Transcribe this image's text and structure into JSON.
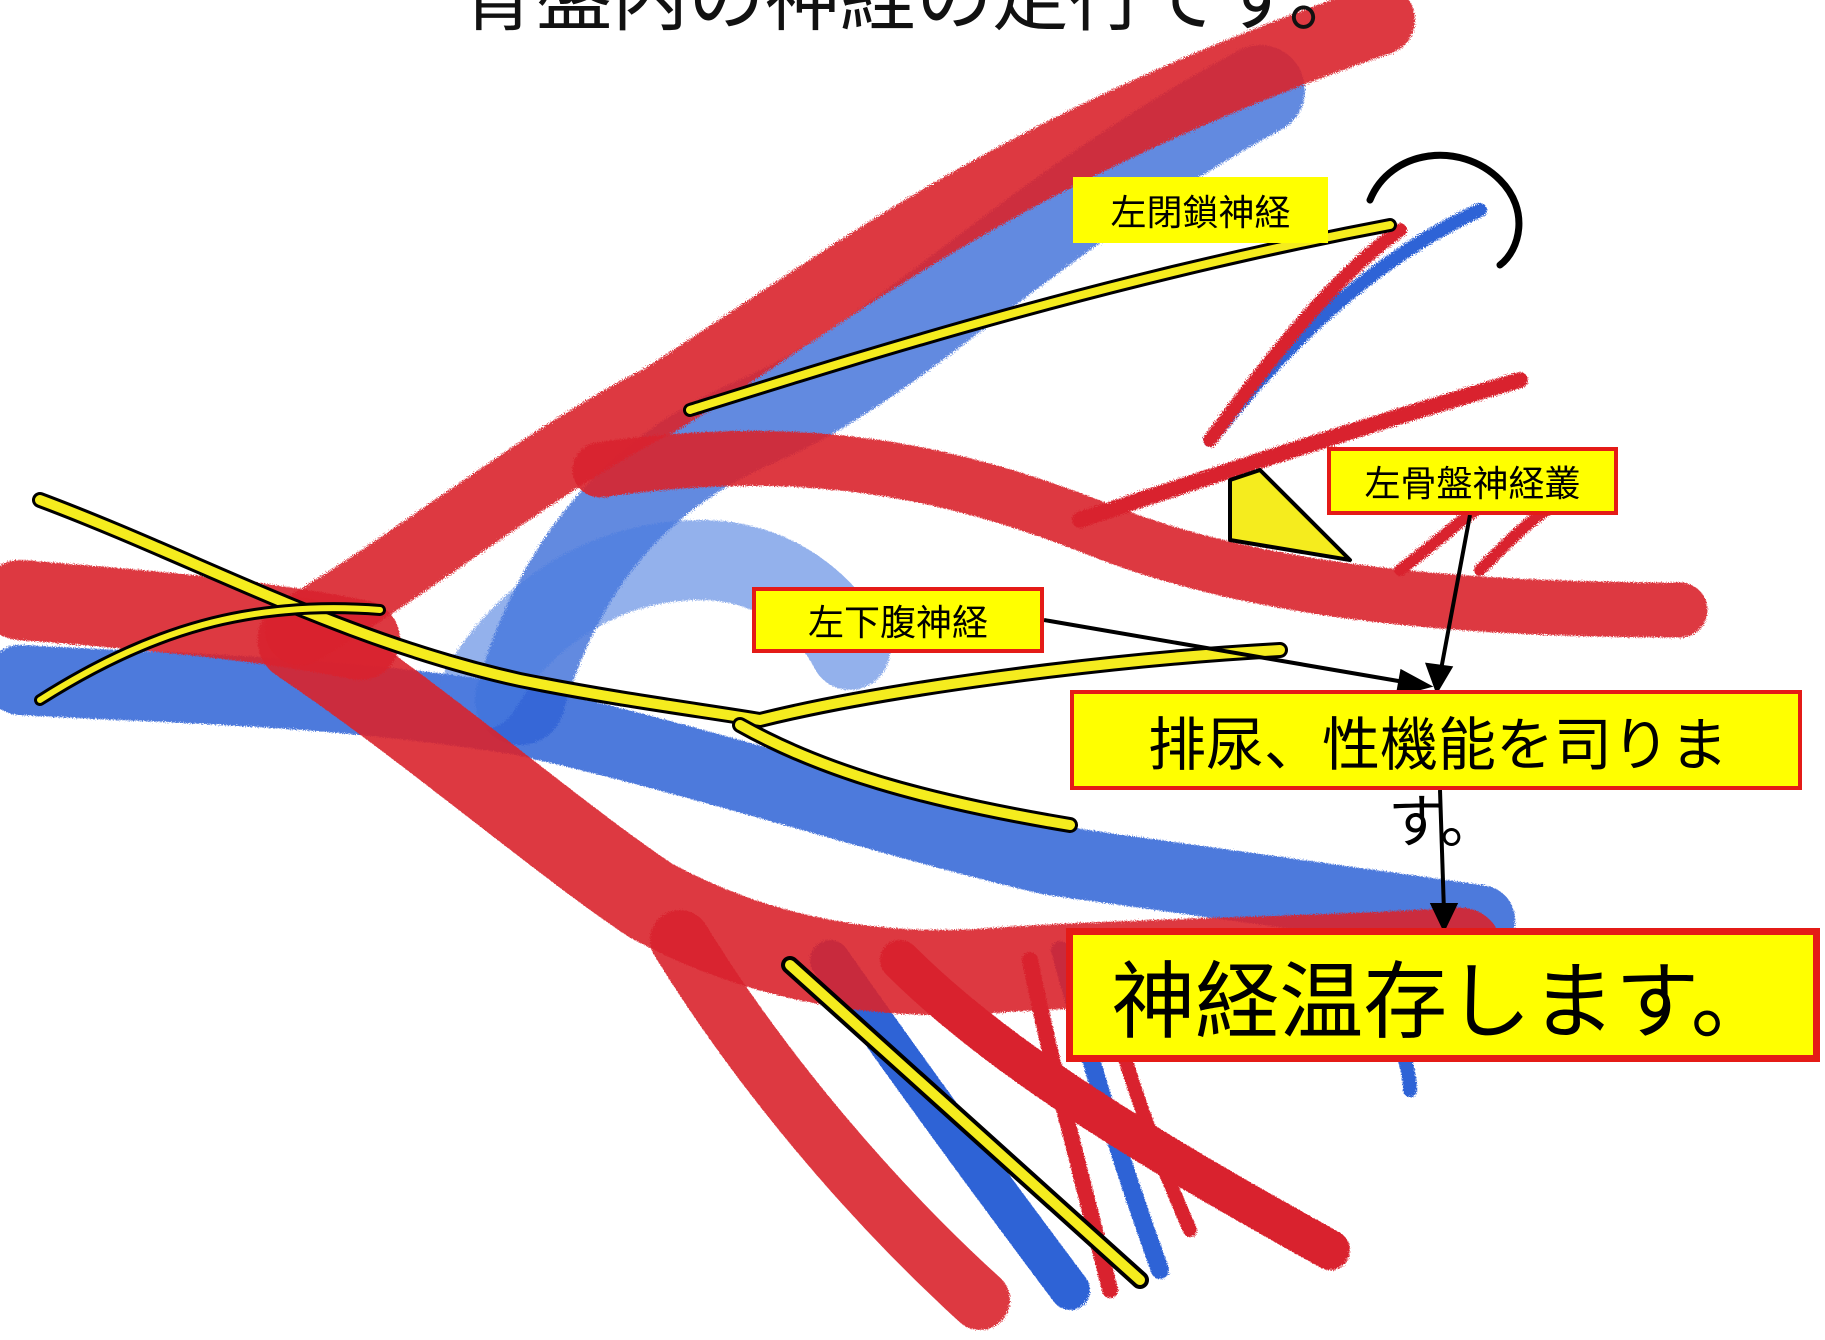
{
  "title": "骨盤内の神経の走行です。",
  "labels": {
    "obturator": "左閉鎖神経",
    "pelvic_plexus": "左骨盤神経叢",
    "hypogastric": "左下腹神経",
    "function_line1": "排尿、性機能を司りま",
    "function_line2": "す。",
    "preserve": "神経温存します。"
  },
  "colors": {
    "artery": "#d9232e",
    "vein": "#2f63d6",
    "nerve": "#f5ec1e",
    "label_fill": "#ffff00",
    "label_border": "#e41b17"
  }
}
